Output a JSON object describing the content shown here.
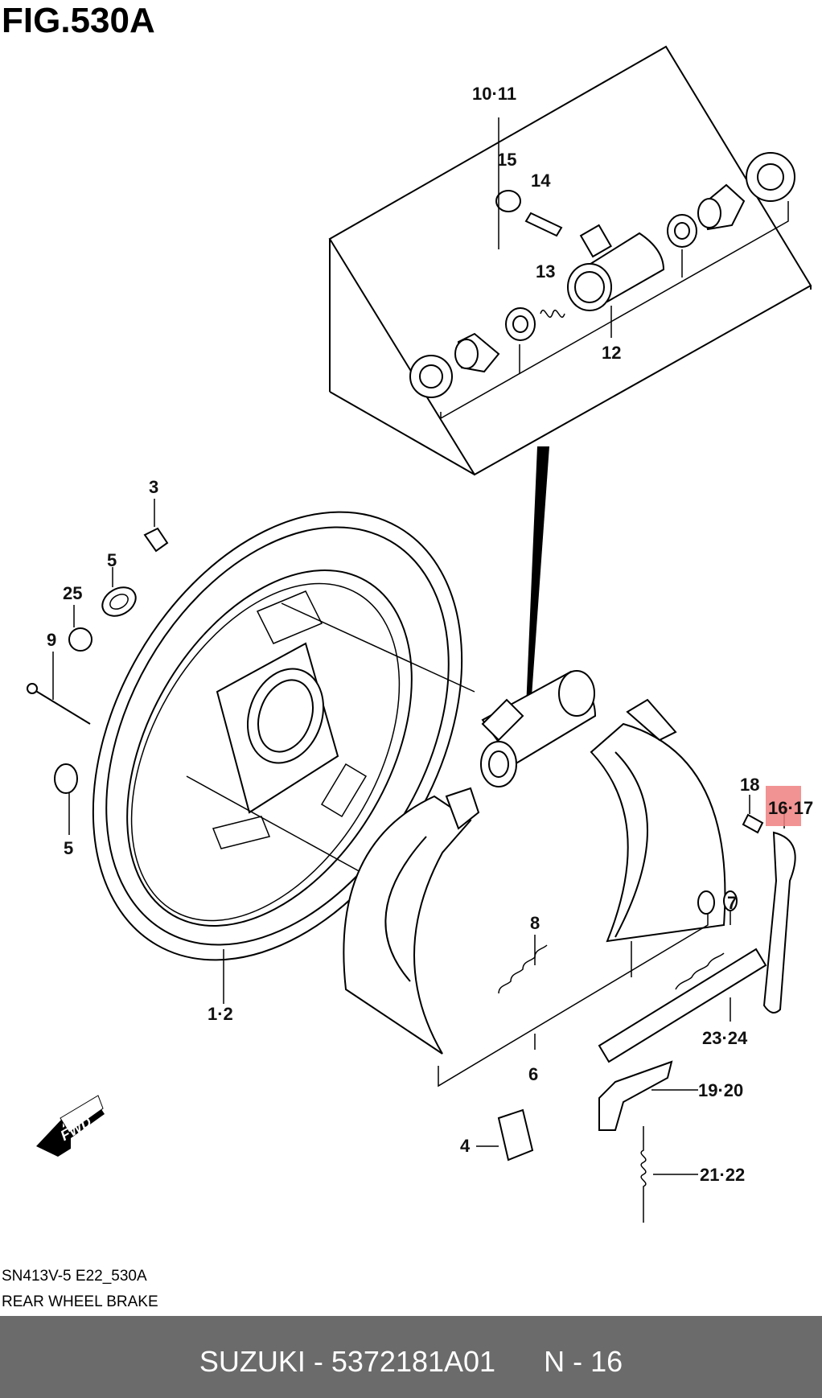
{
  "figure": {
    "title": "FIG.530A",
    "code": "SN413V-5 E22_530A",
    "name": "REAR WHEEL BRAKE"
  },
  "fwd_label": "FWD",
  "callouts": {
    "c10_11": "10·11",
    "c15": "15",
    "c14": "14",
    "c13": "13",
    "c12": "12",
    "c3": "3",
    "c5a": "5",
    "c25": "25",
    "c9": "9",
    "c5b": "5",
    "c1_2": "1·2",
    "c8": "8",
    "c6": "6",
    "c18": "18",
    "c16_17": "16·17",
    "c7": "7",
    "c23_24": "23·24",
    "c19_20": "19·20",
    "c4": "4",
    "c21_22": "21·22"
  },
  "highlight": {
    "color": "#f08080",
    "part": "16·17"
  },
  "footer": {
    "text": "SUZUKI - 5372181A01      N - 16",
    "background": "#6b6b6b"
  }
}
